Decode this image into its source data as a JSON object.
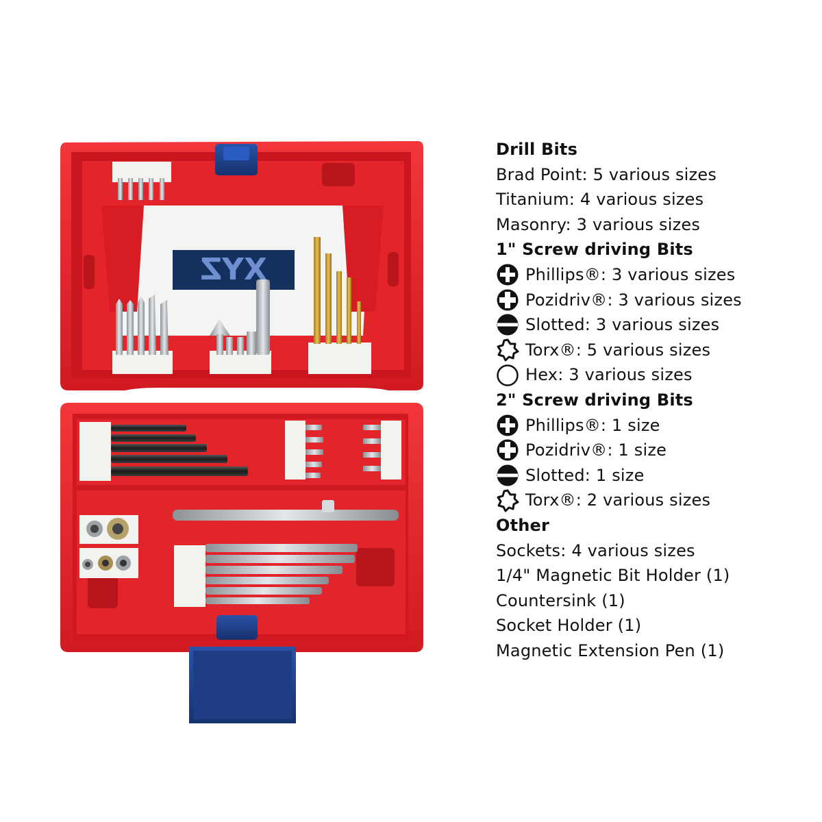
{
  "colors": {
    "case_red": "#e11e26",
    "case_dark_red": "#b5141b",
    "latch_blue": "#1d3f8a",
    "label_navy": "#0f2a55",
    "text": "#111111"
  },
  "case_art": {
    "brand_label": "XYZ"
  },
  "contents": {
    "drill_bits": {
      "heading": "Drill Bits",
      "items": [
        {
          "text": "Brad Point: 5 various sizes"
        },
        {
          "text": "Titanium: 4 various sizes"
        },
        {
          "text": "Masonry: 3 various sizes"
        }
      ]
    },
    "screw_bits_1in": {
      "heading": "1\" Screw driving Bits",
      "items": [
        {
          "icon": "phillips-icon",
          "text": "Phillips®: 3 various sizes"
        },
        {
          "icon": "pozidriv-icon",
          "text": "Pozidriv®: 3 various sizes"
        },
        {
          "icon": "slotted-icon",
          "text": "Slotted: 3 various sizes"
        },
        {
          "icon": "torx-icon",
          "text": "Torx®: 5 various sizes"
        },
        {
          "icon": "hex-icon",
          "text": "Hex: 3 various sizes"
        }
      ]
    },
    "screw_bits_2in": {
      "heading": "2\" Screw driving Bits",
      "items": [
        {
          "icon": "phillips-icon",
          "text": "Phillips®: 1 size"
        },
        {
          "icon": "pozidriv-icon",
          "text": "Pozidriv®: 1 size"
        },
        {
          "icon": "slotted-icon",
          "text": "Slotted: 1 size"
        },
        {
          "icon": "torx-icon",
          "text": "Torx®: 2 various sizes"
        }
      ]
    },
    "other": {
      "heading": "Other",
      "items": [
        {
          "text": "Sockets: 4 various sizes"
        },
        {
          "text": "1/4\" Magnetic Bit Holder (1)"
        },
        {
          "text": "Countersink (1)"
        },
        {
          "text": "Socket Holder (1)"
        },
        {
          "text": "Magnetic Extension Pen (1)"
        }
      ]
    }
  }
}
